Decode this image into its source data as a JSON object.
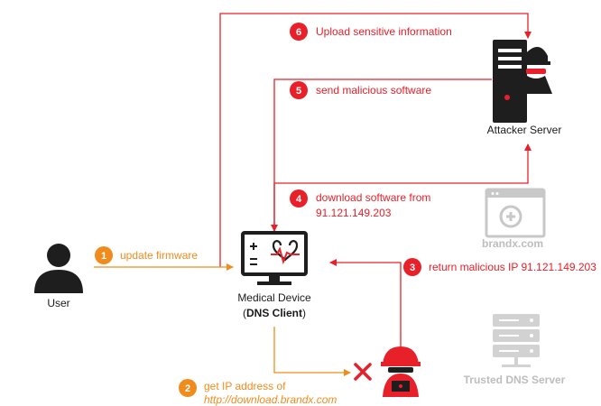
{
  "colors": {
    "red": "#e8202a",
    "orange": "#f08c1e",
    "dark": "#1e1e1e",
    "gray": "#c8c8c8"
  },
  "nodes": {
    "attacker_server": {
      "label": "Attacker Server",
      "icon": "server-with-hacker-icon"
    },
    "user": {
      "label": "User",
      "icon": "user-icon"
    },
    "medical_device": {
      "label_line1": "Medical Device",
      "label_line2_open": "(",
      "label_line2_bold": "DNS Client",
      "label_line2_close": ")",
      "icon": "medical-monitor-icon"
    },
    "brandx": {
      "label": "brandx.com",
      "icon": "web-page-icon"
    },
    "trusted_dns": {
      "label": "Trusted DNS Server",
      "icon": "dns-server-icon"
    },
    "attacker": {
      "icon": "hacker-icon",
      "block_icon": "red-x-icon"
    }
  },
  "steps": [
    {
      "num": "1",
      "text": "update firmware"
    },
    {
      "num": "2",
      "text_line1": "get IP address of",
      "text_line2": "http://download.brandx.com"
    },
    {
      "num": "3",
      "text": "return malicious IP 91.121.149.203"
    },
    {
      "num": "4",
      "text_line1": "download software from",
      "text_line2": "91.121.149.203"
    },
    {
      "num": "5",
      "text": "send malicious software"
    },
    {
      "num": "6",
      "text": "Upload sensitive information"
    }
  ]
}
